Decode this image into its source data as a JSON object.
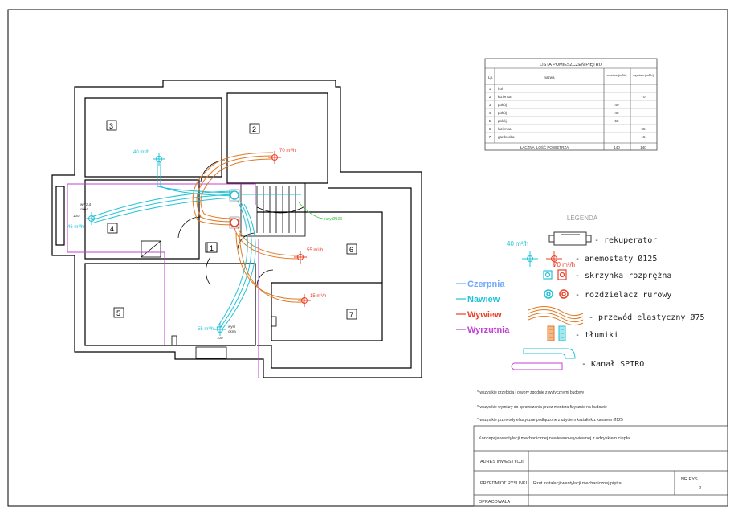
{
  "room_numbers": [
    "1",
    "2",
    "3",
    "4",
    "5",
    "6",
    "7"
  ],
  "flow_labels": {
    "room3": "40 m³/h",
    "room2": "70 m³/h",
    "room4": "46 m³/h",
    "room6": "55 m³/h",
    "room7": "15 m³/h",
    "room5": "55 m³/h"
  },
  "small_labels": {
    "flexible_duct": "rury Ø100",
    "outlet_left_a": "wyrzut",
    "outlet_left_b": "okna",
    "outlet_left_num": "100",
    "outlet_bottom_a": "wysl",
    "outlet_bottom_b": "okna",
    "outlet_bottom_num": "100"
  },
  "room_table": {
    "title": "LISTA POMIESZCZEŃ PIĘTRO",
    "headers": [
      "Lp.",
      "nazwa",
      "nawiew\n[m³/h]",
      "wywiew\n[m³/h]"
    ],
    "rows": [
      [
        "1",
        "hol",
        "",
        ""
      ],
      [
        "2",
        "łazienka",
        "",
        "70"
      ],
      [
        "3",
        "pokój",
        "40",
        ""
      ],
      [
        "4",
        "pokój",
        "46",
        ""
      ],
      [
        "5",
        "pokój",
        "55",
        ""
      ],
      [
        "6",
        "łazienka",
        "",
        "55"
      ],
      [
        "7",
        "garderoba",
        "",
        "15"
      ]
    ],
    "footer": [
      "ŁĄCZNA ILOŚĆ POWIETRZA",
      "140",
      "140"
    ]
  },
  "legend": {
    "title": "LEGENDA",
    "sample_flow_supply": "40 m³/h",
    "sample_flow_extract": "70 m³/h",
    "items": [
      "- rekuperator",
      "- anemostaty Ø125",
      "- skrzynka rozprężna",
      "- rozdzielacz rurowy",
      "- przewód elastyczny Ø75",
      "- tłumiki",
      "- Kanał SPIRO"
    ],
    "air_types": [
      {
        "label": "Czerpnia",
        "color": "#6fa8ff"
      },
      {
        "label": "Nawiew",
        "color": "#22c3d6"
      },
      {
        "label": "Wywiew",
        "color": "#e8402a"
      },
      {
        "label": "Wyrzutnia",
        "color": "#c243d6"
      }
    ]
  },
  "notes": [
    "* wszystkie przebicia i otwory zgodnie z wytycznymi budowy",
    "* wszystkie wymiary do sprawdzenia przez montera fizycznie na budowie",
    "* wszystkie przewody elastyczne podłączone z użyciem kształtek z kanałem Ø125"
  ],
  "title_block": {
    "title": "Koncepcja wentylacji mechanicznej nawiewno-wywiewnej z odzyskiem ciepła",
    "address_label": "ADRES\nINWESTYCJI",
    "drawing_label": "PRZEDMIOT\nRYSUNKU",
    "drawing_value": "Rzut instalacji wentylacji mechanicznej piętra",
    "number_label": "NR RYS.",
    "number_value": "2",
    "author_label": "OPRACOWAŁA"
  },
  "colors": {
    "supply": "#22c3d6",
    "extract": "#e07a25",
    "exhaust": "#c243d6",
    "intake": "#6fa8ff",
    "wall": "#000000"
  }
}
